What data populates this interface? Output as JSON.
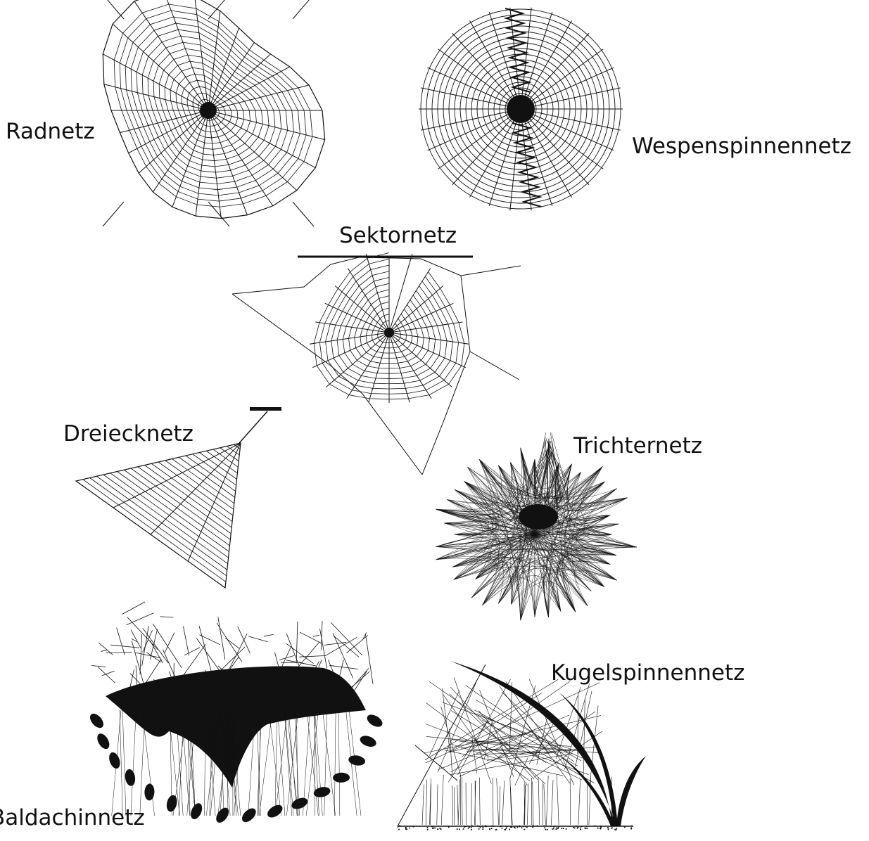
{
  "labels": {
    "radnetz": "Radnetz",
    "wespenspinnennetz": "Wespenspinnennetz",
    "sektornetz": "Sektornetz",
    "dreiecknetz": "Dreiecknetz",
    "trichternetz": "Trichternetz",
    "kugelspinnennetz": "Kugelspinnennetz",
    "baldachinnetz": "Baldachinnetz"
  },
  "colors": {
    "ink": "#111111",
    "background": "#ffffff"
  }
}
